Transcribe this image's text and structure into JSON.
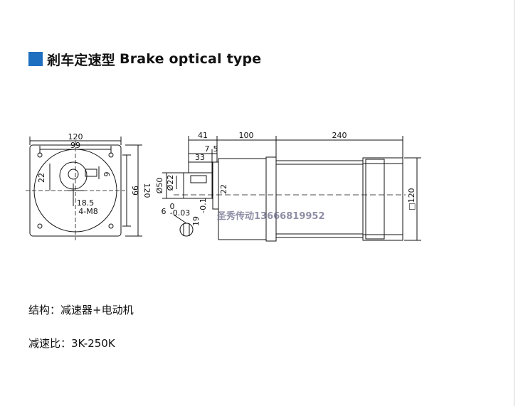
{
  "title": {
    "cn": "剎车定速型",
    "en": "Brake optical type",
    "accent_color": "#1f6fc0"
  },
  "front_view": {
    "dim_width_outer": "120",
    "dim_width_holes": "99",
    "dim_height_holes": "99",
    "dim_height_outer": "120",
    "dim_22": "22",
    "dim_6": "6",
    "dim_18_5": "18.5",
    "dim_holes": "4-M8"
  },
  "side_view": {
    "dim_41": "41",
    "dim_100": "100",
    "dim_240": "240",
    "dim_7": "7",
    "dim_5": "5",
    "dim_33": "33",
    "dim_phi50": "Ø50",
    "dim_phi22": "Ø22",
    "dim_22": "22",
    "dim_square120": "□120",
    "tol_0": "0",
    "tol_6": "6",
    "tol_neg": "-0.03",
    "dim_19": "19",
    "tol_01": "-0.1"
  },
  "watermark": "圣秀传动13666819952",
  "specs": {
    "structure": "结构：减速器+电动机",
    "ratio": "减速比：3K-250K"
  }
}
